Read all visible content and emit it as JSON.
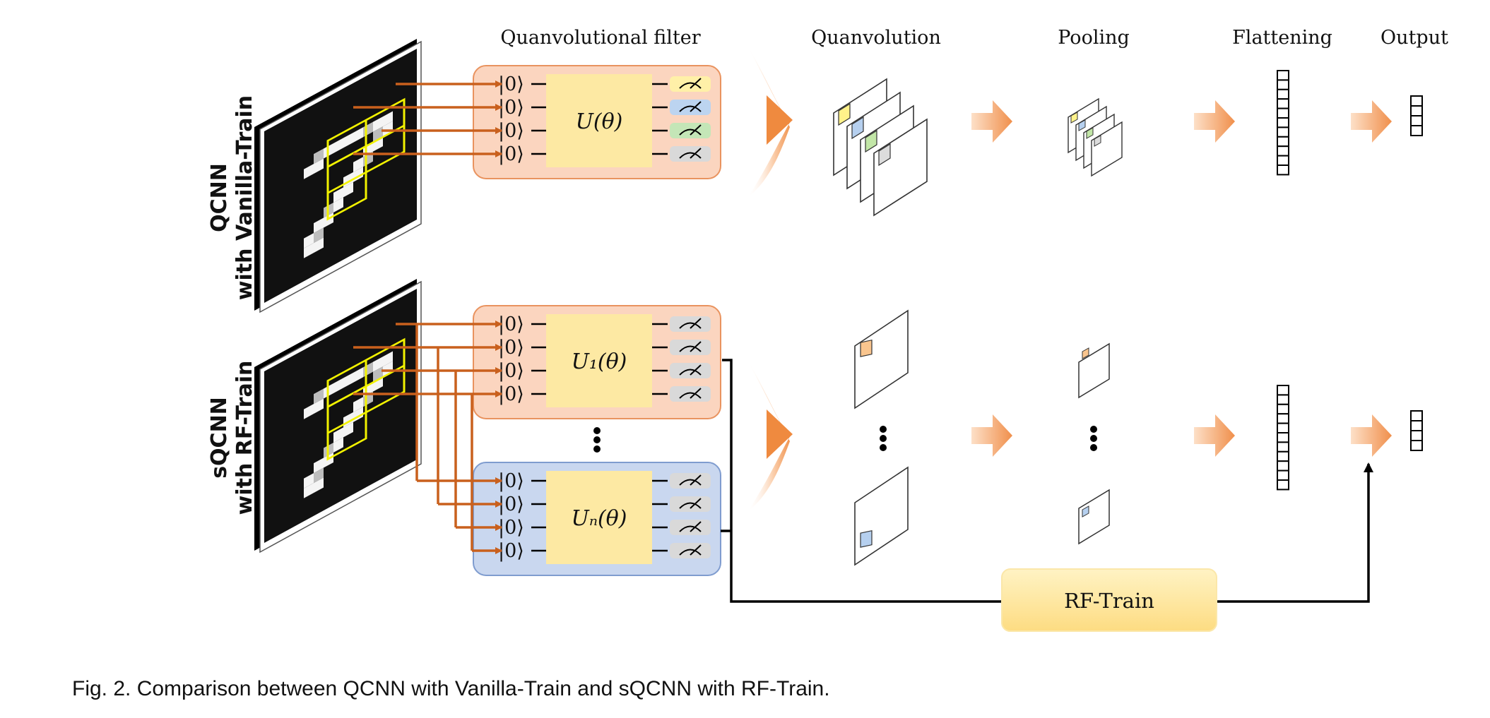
{
  "headers": {
    "filter": "Quanvolutional filter",
    "quanvolution": "Quanvolution",
    "pooling": "Pooling",
    "flattening": "Flattening",
    "output": "Output"
  },
  "rows": [
    {
      "label_line1": "QCNN",
      "label_line2": "with Vanilla-Train"
    },
    {
      "label_line1": "sQCNN",
      "label_line2": "with RF-Train"
    }
  ],
  "circuits": {
    "ket": "|0⟩",
    "top_unitary": "U(θ)",
    "bottom_unitary_1": "U₁(θ)",
    "bottom_unitary_n": "Uₙ(θ)"
  },
  "rf_train_label": "RF-Train",
  "caption": "Fig. 2. Comparison between QCNN with Vanilla-Train and sQCNN with RF-Train.",
  "colors": {
    "arrow": "#c9601d",
    "orange_box": "#fbd5bf",
    "orange_border": "#e9935f",
    "blue_box": "#c9d7ef",
    "blue_border": "#7f9ccf",
    "unitary": "#fde9a3",
    "highlight": "#f2f200",
    "meas_yellow": "#fff0a8",
    "meas_blue": "#bcd4f0",
    "meas_green": "#c4e6b7",
    "meas_gray": "#d9d9d9",
    "patch_yellow": "#fff28a",
    "patch_blue": "#b6d0ef",
    "patch_green": "#c2e6a7",
    "patch_gray": "#dcdcdc",
    "patch_orange": "#f9c58e"
  }
}
